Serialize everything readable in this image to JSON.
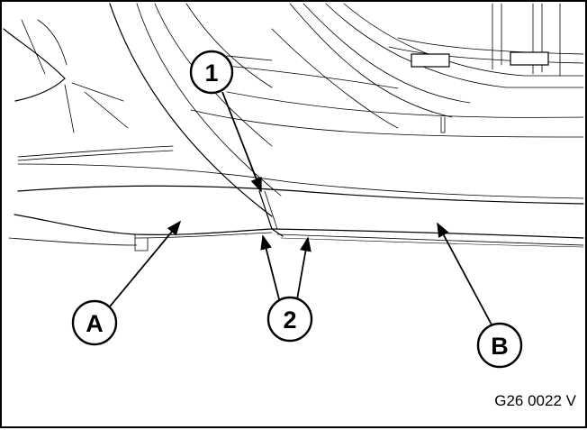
{
  "figure": {
    "code": "G26 0022 V",
    "line_color": "#000000",
    "background": "#ffffff"
  },
  "callouts": {
    "c1": "1",
    "c2": "2",
    "cA": "A",
    "cB": "B"
  }
}
